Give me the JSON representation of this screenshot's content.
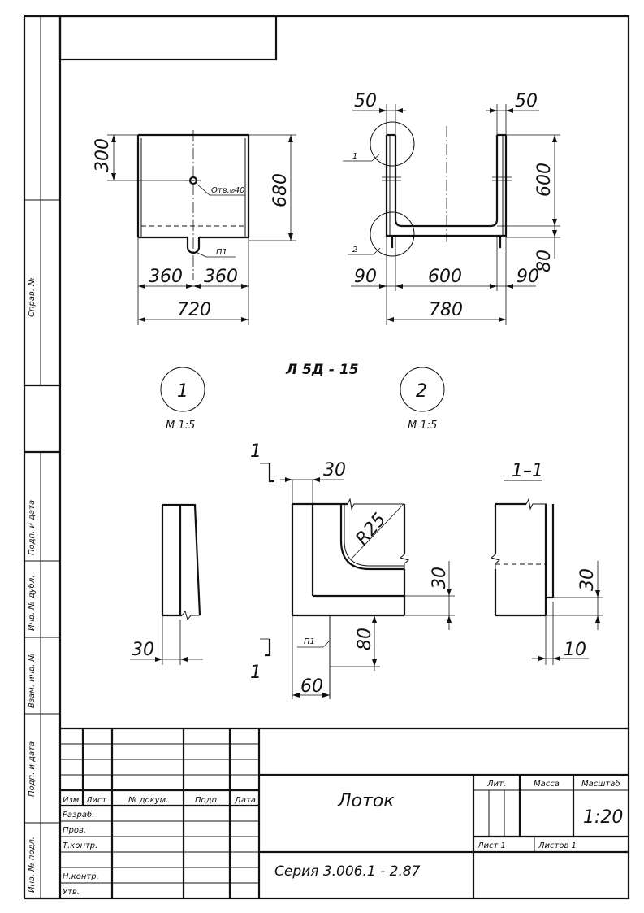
{
  "drawing_title": "Л 5Д - 15",
  "views": {
    "front": {
      "dim_300": "300",
      "dim_680": "680",
      "hole_label": "Отв.⌀40",
      "p1_label": "П1",
      "dim_360_left": "360",
      "dim_360_right": "360",
      "dim_720": "720"
    },
    "section": {
      "dim_50_left": "50",
      "dim_50_right": "50",
      "dim_600_vertical": "600",
      "dim_80_vertical": "80",
      "dim_90_left": "90",
      "dim_600_bottom": "600",
      "dim_90_right": "90",
      "dim_780": "780",
      "callout_1": "1",
      "callout_2": "2"
    }
  },
  "details": {
    "detail_1": {
      "number": "1",
      "scale": "М 1:5",
      "dim_30": "30"
    },
    "detail_2": {
      "number": "2",
      "scale": "М 1:5",
      "cut_mark_top": "1",
      "cut_mark_bottom": "1",
      "dim_30_top": "30",
      "radius": "R25",
      "dim_30_side": "30",
      "p1_label": "П1",
      "dim_80": "80",
      "dim_60": "60"
    },
    "section_1_1": {
      "title": "1–1",
      "dim_30": "30",
      "dim_10": "10"
    }
  },
  "title_block": {
    "product_name": "Лоток",
    "series": "Серия 3.006.1 - 2.87",
    "header_cols": [
      "Изм.",
      "Лист",
      "№ докум.",
      "Подп.",
      "Дата"
    ],
    "roles": [
      "Разраб.",
      "Пров.",
      "Т.контр.",
      "",
      "Н.контр.",
      "Утв."
    ],
    "lit_label": "Лит.",
    "mass_label": "Масса",
    "scale_label": "Масштаб",
    "scale_value": "1:20",
    "sheet_label": "Лист 1",
    "sheets_label": "Листов 1"
  },
  "side_strip": {
    "ref_no": "Справ. №",
    "sign_date_1": "Подп. и дата",
    "dup_inv": "Инв. № дубл.",
    "instead_inv": "Взам. инв. №",
    "sign_date_2": "Подп. и дата",
    "orig_inv": "Инв. № подл."
  }
}
